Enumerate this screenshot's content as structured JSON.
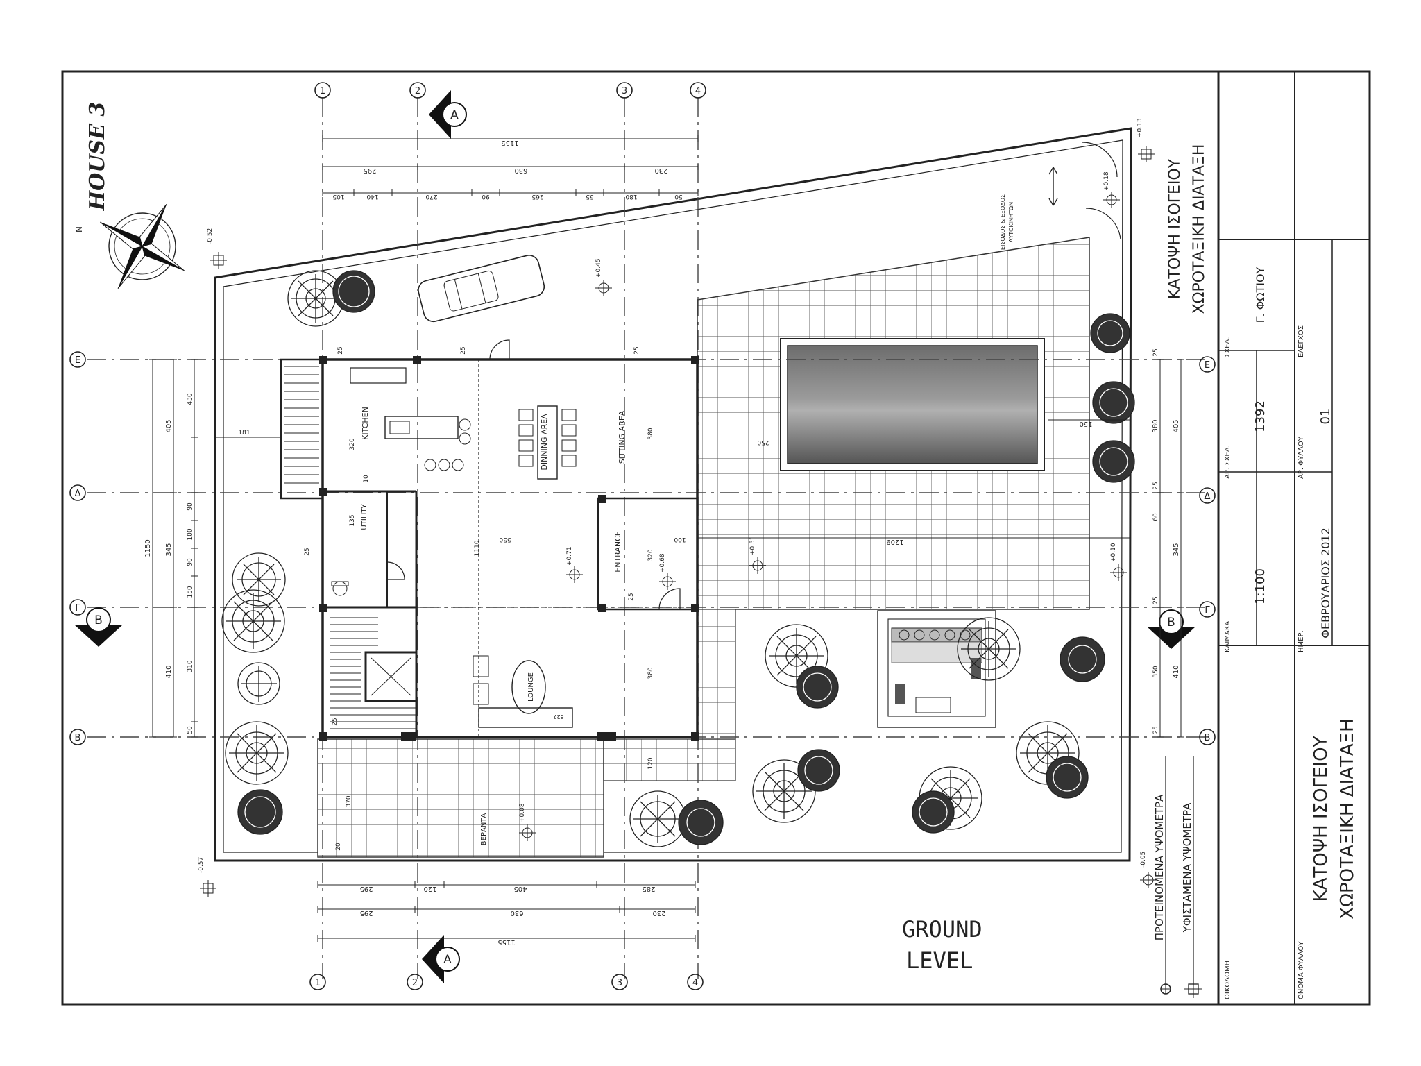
{
  "house_label": "HOUSE 3",
  "north_label": "N",
  "ground_level_label": [
    "GROUND",
    "LEVEL"
  ],
  "section_markers": {
    "a": "A",
    "b": "B"
  },
  "grid_axes": {
    "numbers": [
      "1",
      "2",
      "3",
      "4"
    ],
    "letters": [
      "Ε",
      "Δ",
      "Γ",
      "Β"
    ]
  },
  "rooms": {
    "kitchen": "KITCHEN",
    "dining": "DINNING AREA",
    "sitting": "SITTING AREA",
    "utility": "UTILITY",
    "entrance": "ENTRANCE",
    "lounge": "LOUNGE",
    "veranda": "ΒΕΡΑΝΤΑ"
  },
  "driveway_note": [
    "ΕΙΣΟΔΟΣ & ΕΞΟΔΟΣ",
    "ΑΥΤΟΚΙΝΗΤΩΝ"
  ],
  "dimensions": {
    "top_total": "1155",
    "top_row2": [
      "295",
      "630",
      "230"
    ],
    "top_row3": [
      "105",
      "140",
      "270",
      "90",
      "265",
      "55",
      "180",
      "50"
    ],
    "bottom_total": "1155",
    "bottom_row2": [
      "295",
      "630",
      "230"
    ],
    "bottom_row1": [
      "295",
      "120",
      "405",
      "285"
    ],
    "left_total": "1150",
    "left_parts": [
      "405",
      "345",
      "410"
    ],
    "left_fine": [
      "430",
      "181",
      "90",
      "100",
      "90",
      "150",
      "310",
      "50"
    ],
    "right_parts": [
      "380",
      "405",
      "345",
      "410"
    ],
    "right_fine": [
      "25",
      "25",
      "60",
      "25",
      "350",
      "25"
    ],
    "pool_width": "1209",
    "pool_depth": "150",
    "interior": [
      "25",
      "25",
      "25",
      "320",
      "10",
      "135",
      "25",
      "550",
      "1110",
      "380",
      "100",
      "320",
      "25",
      "380",
      "25",
      "20",
      "370",
      "250",
      "120",
      "627"
    ]
  },
  "levels": [
    "-0.52",
    "+0.45",
    "+0.13",
    "+0.18",
    "+0.71",
    "+0.68",
    "+0.51",
    "+0.10",
    "+0.08",
    "-0.57",
    "-0.05"
  ],
  "legend": {
    "proposed": "ΠΡΟΤΕΙΝΟΜΕΝΑ ΥΨΟΜΕΤΡΑ",
    "existing": "ΥΦΙΣΤΑΜΕΝΑ ΥΨΟΜΕΤΡΑ"
  },
  "title_block": {
    "drawing_title": [
      "ΚΑΤΟΨΗ ΙΣΟΓΕΙΟΥ",
      "ΧΩΡΟΤΑΞΙΚΗ ΔΙΑΤΑΞΗ"
    ],
    "label_drawn": "ΣΧΕΔ.",
    "drawn_by": "Γ. ΦΩΤΙΟΥ",
    "label_checked": "ΕΛΕΓΧΟΣ",
    "label_drawing_no": "ΑΡ. ΣΧΕΔ.",
    "drawing_no": "1392",
    "label_sheet_no": "ΑΡ. ΦΥΛΛΟΥ",
    "sheet_no": "01",
    "label_scale": "ΚΛΙΜΑΚΑ",
    "scale": "1:100",
    "label_date": "ΗΜΕΡ.",
    "date": "ΦΕΒΡΟΥΑΡΙΟΣ 2012",
    "label_building": "ΟΙΚΟΔΟΜΗ",
    "label_sheet_name": "ΟΝΟΜΑ ΦΥΛΛΟΥ",
    "sheet_title": [
      "ΚΑΤΟΨΗ ΙΣΟΓΕΙΟΥ",
      "ΧΩΡΟΤΑΞΙΚΗ ΔΙΑΤΑΞΗ"
    ]
  }
}
